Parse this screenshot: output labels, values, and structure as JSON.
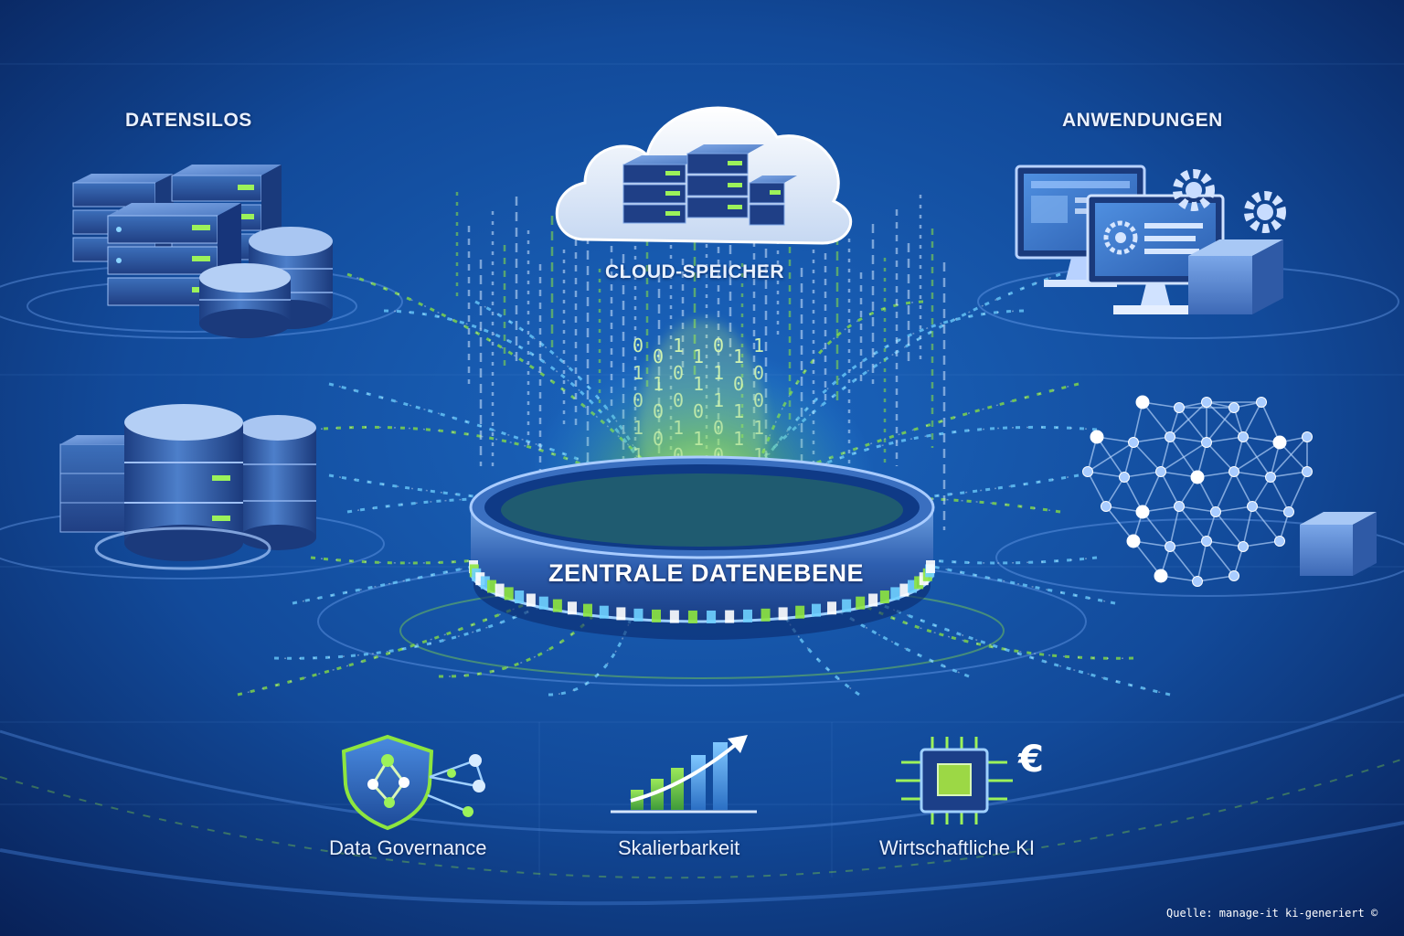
{
  "labels": {
    "silos": "DATENSILOS",
    "apps": "ANWENDUNGEN",
    "cloud": "CLOUD-SPEICHER",
    "core": "ZENTRALE DATENEBENE"
  },
  "features": [
    {
      "name": "governance",
      "label": "Data Governance",
      "icon": "shield-network-icon"
    },
    {
      "name": "scaling",
      "label": "Skalierbarkeit",
      "icon": "bar-chart-growth-icon"
    },
    {
      "name": "economic-ai",
      "label": "Wirtschaftliche KI",
      "icon": "chip-euro-icon"
    }
  ],
  "source": "Quelle: manage-it ki-generiert  ©",
  "binary_digits": "0 1 0 1 1 0 1 0 0 1 1 0",
  "colors": {
    "background_dark": "#0a2566",
    "background_mid": "#1553a8",
    "accent_green": "#8ee63f",
    "accent_cyan": "#6fd0ff",
    "server_body": "#2f5da6",
    "text": "#e9f1ff"
  }
}
